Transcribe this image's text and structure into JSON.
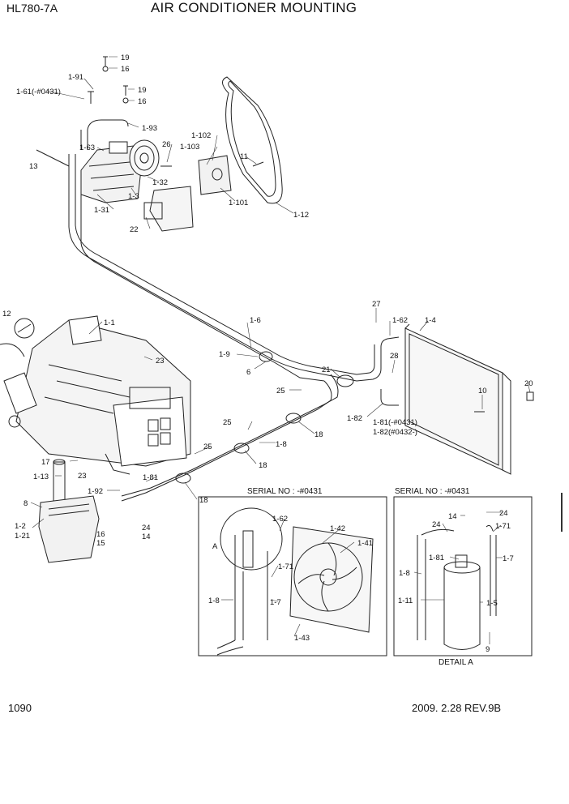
{
  "header": {
    "model": "HL780-7A",
    "title": "AIR CONDITIONER MOUNTING"
  },
  "footer": {
    "page_number": "1090",
    "date_rev": "2009. 2.28  REV.9B"
  },
  "detail": {
    "serial_left": "SERIAL NO : -#0431",
    "serial_right": "SERIAL NO : -#0431",
    "detail_label": "DETAIL A",
    "view_marker": "A"
  },
  "callouts": {
    "c19a": "19",
    "c16a": "16",
    "c191": "1-91",
    "c161": "1-61(-#0431)",
    "c19b": "19",
    "c16b": "16",
    "c193": "1-93",
    "c163": "1-63",
    "c13": "13",
    "c1102": "1-102",
    "c1103": "1-103",
    "c11": "11",
    "c26": "26",
    "c132": "1-32",
    "c13b": "1-3",
    "c131": "1-31",
    "c22": "22",
    "c1101": "1-101",
    "c112": "1-12",
    "c12": "12",
    "c11main": "1-1",
    "c23a": "23",
    "c16": "1-6",
    "c19": "1-9",
    "c6": "6",
    "c27": "27",
    "c162": "1-62",
    "c14": "1-4",
    "c28": "28",
    "c21": "21",
    "c25a": "25",
    "c20": "20",
    "c10": "10",
    "c182": "1-82",
    "c181a": "1-81(-#0431)",
    "c182b": "1-82(#0432-)",
    "c25b": "25",
    "c18a": "18",
    "c18": "1-8",
    "c18b": "18",
    "c25c": "25",
    "c17": "17",
    "c23b": "23",
    "c113": "1-13",
    "c181": "1-81",
    "c18c": "18",
    "c8": "8",
    "c192": "1-92",
    "c12b": "1-2",
    "c121": "1-21",
    "c24a": "24",
    "c16c": "16",
    "c14a": "14",
    "c15": "15",
    "d162": "1-62",
    "dA": "A",
    "d142": "1-42",
    "d141": "1-41",
    "d171": "1-71",
    "d17": "1-7",
    "d18": "1-8",
    "d143": "1-43",
    "r14": "14",
    "r24a": "24",
    "r24b": "24",
    "r171": "1-71",
    "r181": "1-81",
    "r17": "1-7",
    "r18": "1-8",
    "r111": "1-11",
    "r15": "1-5",
    "r9": "9"
  }
}
